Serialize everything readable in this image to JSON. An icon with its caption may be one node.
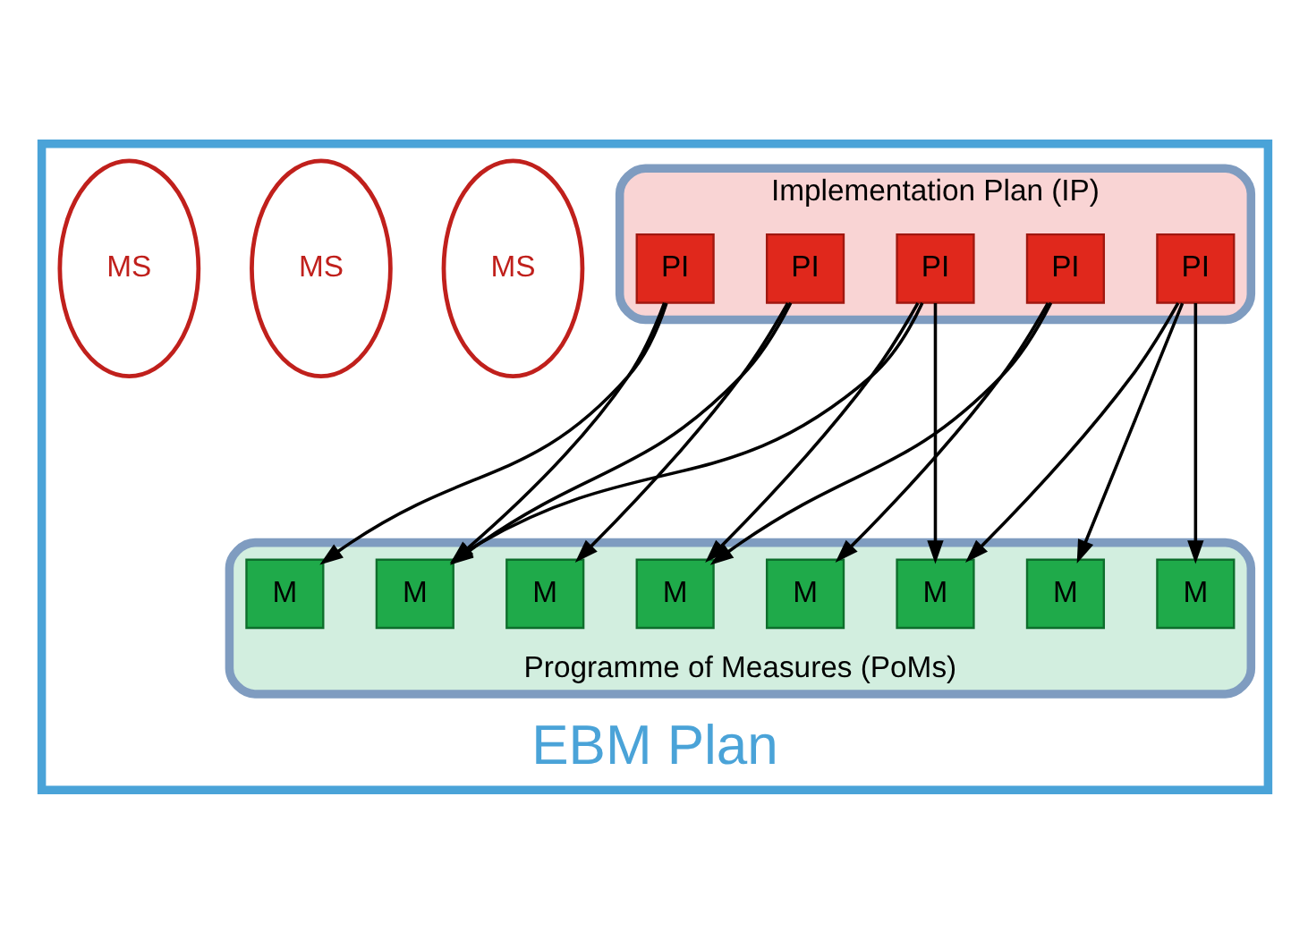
{
  "diagram": {
    "nodes": [
      {
        "text": [
          "EBM Plan"
        ]
      },
      {
        "text": [
          "Implementation Plan (IP)"
        ],
        "in": 0
      },
      {
        "text": [
          "Programme of Measures (PoMs)"
        ],
        "in": 0
      },
      {
        "text": [
          "PI"
        ],
        "in": 1
      },
      {
        "text": [
          "PI"
        ],
        "in": 1
      },
      {
        "text": [
          "PI"
        ],
        "in": 1
      },
      {
        "text": [
          "PI"
        ],
        "in": 1
      },
      {
        "text": [
          "PI"
        ],
        "in": 1
      },
      {
        "text": [
          "M"
        ],
        "in": 2
      },
      {
        "text": [
          "M"
        ],
        "in": 2
      },
      {
        "text": [
          "M"
        ],
        "in": 2
      },
      {
        "text": [
          "M"
        ],
        "in": 2
      },
      {
        "text": [
          "M"
        ],
        "in": 2
      },
      {
        "text": [
          "M"
        ],
        "in": 2
      },
      {
        "text": [
          "M"
        ],
        "in": 2
      },
      {
        "text": [
          "M"
        ],
        "in": 2
      },
      {
        "text": [
          "MS"
        ],
        "in": 0
      },
      {
        "text": [
          "MS"
        ],
        "in": 0
      },
      {
        "text": [
          "MS"
        ],
        "in": 0
      }
    ],
    "edges": [
      {
        "from": 3,
        "to": 8,
        "arrow": "to"
      },
      {
        "from": 3,
        "to": 9,
        "arrow": "to"
      },
      {
        "from": 3,
        "to": 10,
        "arrow": "to"
      },
      {
        "from": 4,
        "to": 11,
        "arrow": "to"
      },
      {
        "from": 4,
        "to": 12,
        "arrow": "to"
      },
      {
        "from": 5,
        "to": 10,
        "arrow": "to"
      },
      {
        "from": 5,
        "to": 12,
        "arrow": "to"
      },
      {
        "from": 5,
        "to": 14,
        "arrow": "to"
      },
      {
        "from": 6,
        "to": 13,
        "arrow": "to"
      },
      {
        "from": 6,
        "to": 14,
        "arrow": "to"
      },
      {
        "from": 7,
        "to": 14,
        "arrow": "to"
      },
      {
        "from": 7,
        "to": 15,
        "arrow": "to"
      }
    ]
  }
}
